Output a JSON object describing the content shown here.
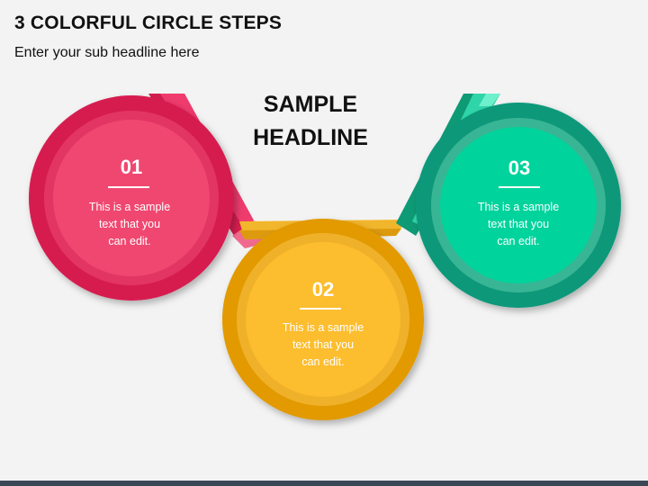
{
  "header": {
    "title": "3 COLORFUL CIRCLE STEPS",
    "subtitle": "Enter your sub headline here"
  },
  "headline": {
    "line1": "SAMPLE",
    "line2": "HEADLINE"
  },
  "steps": [
    {
      "number": "01",
      "text_line1": "This is a sample",
      "text_line2": "text that you",
      "text_line3": "can edit.",
      "color": "#e8225a"
    },
    {
      "number": "02",
      "text_line1": "This is a sample",
      "text_line2": "text that you",
      "text_line3": "can edit.",
      "color": "#f2a81b"
    },
    {
      "number": "03",
      "text_line1": "This is a sample",
      "text_line2": "text that you",
      "text_line3": "can edit.",
      "color": "#12b088"
    }
  ]
}
